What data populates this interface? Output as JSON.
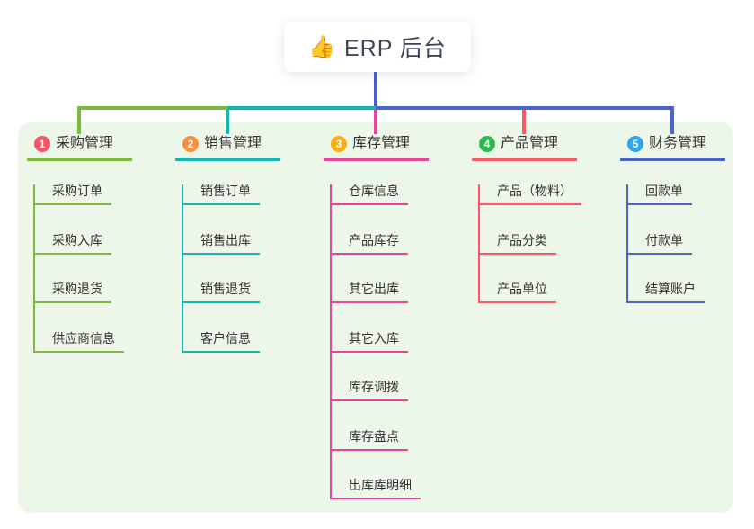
{
  "root": {
    "emoji": "👍",
    "title": "ERP 后台"
  },
  "theme": {
    "panel_bg": "#edf7e9",
    "stem_color": "#4a5cd0",
    "text_color": "#333333"
  },
  "branches": [
    {
      "badge": "1",
      "label": "采购管理",
      "line_color": "#7cba3d",
      "badge_color": "#f3566c",
      "children": [
        "采购订单",
        "采购入库",
        "采购退货",
        "供应商信息"
      ]
    },
    {
      "badge": "2",
      "label": "销售管理",
      "line_color": "#13b5b1",
      "badge_color": "#f7903d",
      "children": [
        "销售订单",
        "销售出库",
        "销售退货",
        "客户信息"
      ]
    },
    {
      "badge": "3",
      "label": "库存管理",
      "line_color": "#e9439a",
      "badge_color": "#f9ae13",
      "children": [
        "仓库信息",
        "产品库存",
        "其它出库",
        "其它入库",
        "库存调拨",
        "库存盘点",
        "出库库明细"
      ]
    },
    {
      "badge": "4",
      "label": "产品管理",
      "line_color": "#f95864",
      "badge_color": "#2eb84f",
      "children": [
        "产品（物料）",
        "产品分类",
        "产品单位"
      ]
    },
    {
      "badge": "5",
      "label": "财务管理",
      "line_color": "#4a64c8",
      "badge_color": "#2fa7e9",
      "children": [
        "回款单",
        "付款单",
        "结算账户"
      ]
    }
  ]
}
